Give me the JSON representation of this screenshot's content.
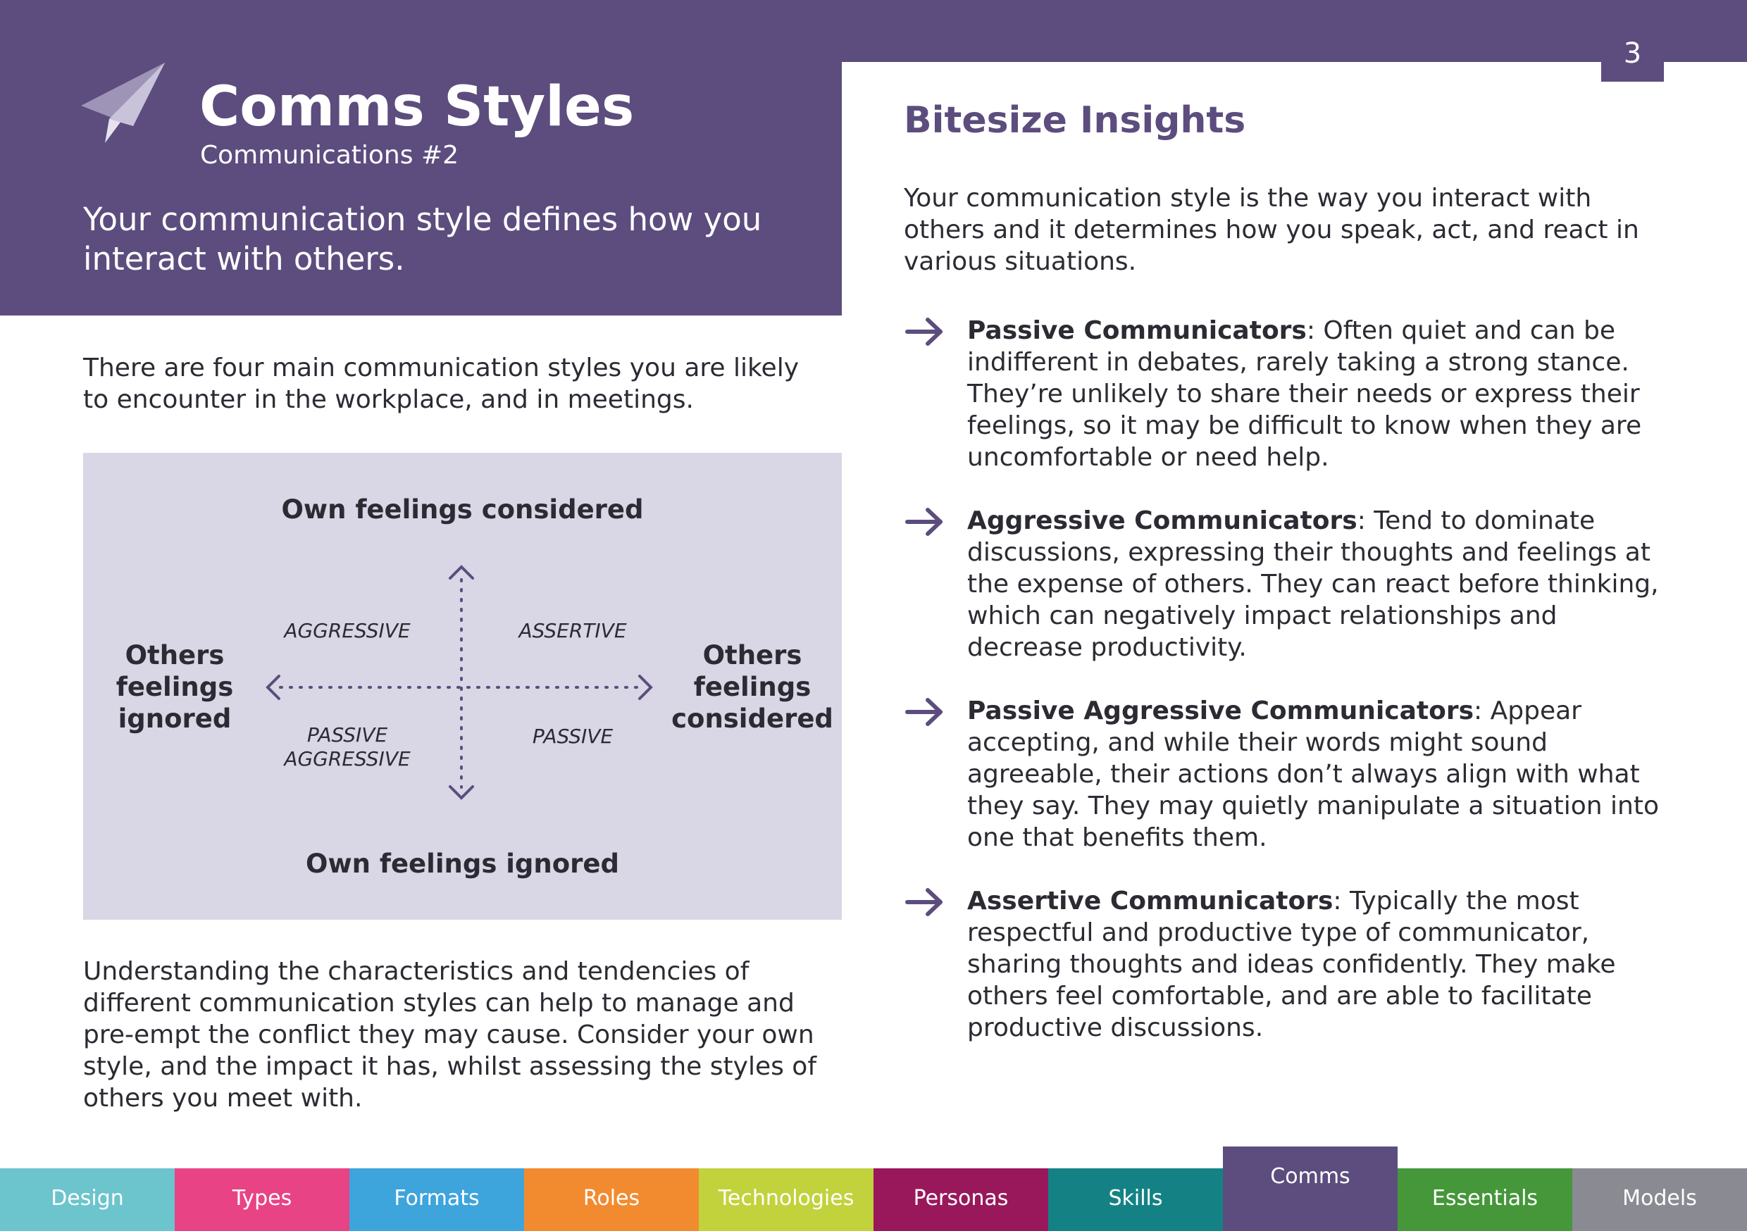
{
  "header": {
    "page_number": "3",
    "title": "Comms Styles",
    "subtitle": "Communications #2",
    "lead": "Your communication style defines how you interact with others.",
    "icon": "paper-plane-icon"
  },
  "left": {
    "intro": "There are four main communication styles you are likely to encounter in the workplace, and in meetings.",
    "outro": "Understanding the characteristics and tendencies of different communication styles can help to manage and pre-empt the conflict they may cause. Consider your own style, and the impact it has, whilst assessing the styles of others you meet with."
  },
  "diagram": {
    "top": "Own feelings considered",
    "bottom": "Own feelings ignored",
    "left": "Others feelings ignored",
    "right": "Others feelings considered",
    "q_top_left": "AGGRESSIVE",
    "q_top_right": "ASSERTIVE",
    "q_bottom_left": "PASSIVE AGGRESSIVE",
    "q_bottom_right": "PASSIVE"
  },
  "insights": {
    "heading": "Bitesize Insights",
    "intro": "Your communication style is the way you interact with others and it determines how you speak, act, and react in various situations.",
    "items": [
      {
        "term": "Passive Communicators",
        "text": ": Often quiet and can be indifferent in debates, rarely taking a strong stance. They’re unlikely to share their needs or express their feelings, so it may be difficult to know when they are uncomfortable or need help."
      },
      {
        "term": "Aggressive Communicators",
        "text": ": Tend to dominate discussions, expressing their thoughts and feelings at the expense of others. They can react before thinking, which can negatively impact relationships and decrease productivity."
      },
      {
        "term": "Passive Aggressive Communicators",
        "text": ": Appear accepting, and while their words might sound agreeable, their actions don’t always align with what they say. They may quietly manipulate a situation into one that benefits them."
      },
      {
        "term": "Assertive Communicators",
        "text": ": Typically the most respectful and productive type of communicator, sharing thoughts and ideas confidently. They make others feel comfortable, and are able to facilitate productive discussions."
      }
    ]
  },
  "nav": {
    "tabs": [
      {
        "label": "Design",
        "color": "#6cc4cc"
      },
      {
        "label": "Types",
        "color": "#e84385"
      },
      {
        "label": "Formats",
        "color": "#3ea4dc"
      },
      {
        "label": "Roles",
        "color": "#f28b30"
      },
      {
        "label": "Technologies",
        "color": "#c2d23c"
      },
      {
        "label": "Personas",
        "color": "#99185c"
      },
      {
        "label": "Skills",
        "color": "#148284"
      },
      {
        "label": "Comms",
        "color": "#5c4d7e",
        "active": true
      },
      {
        "label": "Essentials",
        "color": "#45973a"
      },
      {
        "label": "Models",
        "color": "#8a8a93"
      }
    ]
  },
  "colors": {
    "brand_purple": "#5c4d7e",
    "diagram_bg": "#d9d6e6"
  }
}
